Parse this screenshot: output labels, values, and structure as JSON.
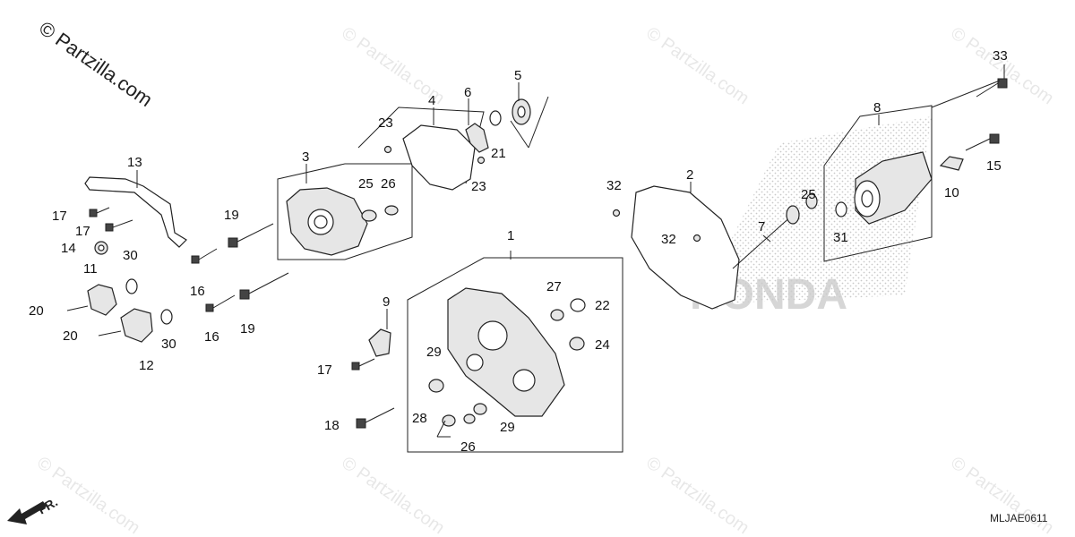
{
  "copyright": "© Partzilla.com",
  "watermark": "© Partzilla.com",
  "brand_watermark": "HONDA",
  "diagram_code": "MLJAE0611",
  "front_indicator": "FR.",
  "callouts": {
    "c1": "1",
    "c2": "2",
    "c3": "3",
    "c4": "4",
    "c5": "5",
    "c6": "6",
    "c7": "7",
    "c8": "8",
    "c9": "9",
    "c10": "10",
    "c11": "11",
    "c12": "12",
    "c13": "13",
    "c14": "14",
    "c15": "15",
    "c16a": "16",
    "c16b": "16",
    "c17a": "17",
    "c17b": "17",
    "c17c": "17",
    "c18": "18",
    "c19a": "19",
    "c19b": "19",
    "c20a": "20",
    "c20b": "20",
    "c21": "21",
    "c22": "22",
    "c23a": "23",
    "c23b": "23",
    "c24": "24",
    "c25a": "25",
    "c25b": "25",
    "c26a": "26",
    "c26b": "26",
    "c27": "27",
    "c28": "28",
    "c29a": "29",
    "c29b": "29",
    "c30a": "30",
    "c30b": "30",
    "c31": "31",
    "c32a": "32",
    "c32b": "32",
    "c33": "33"
  }
}
